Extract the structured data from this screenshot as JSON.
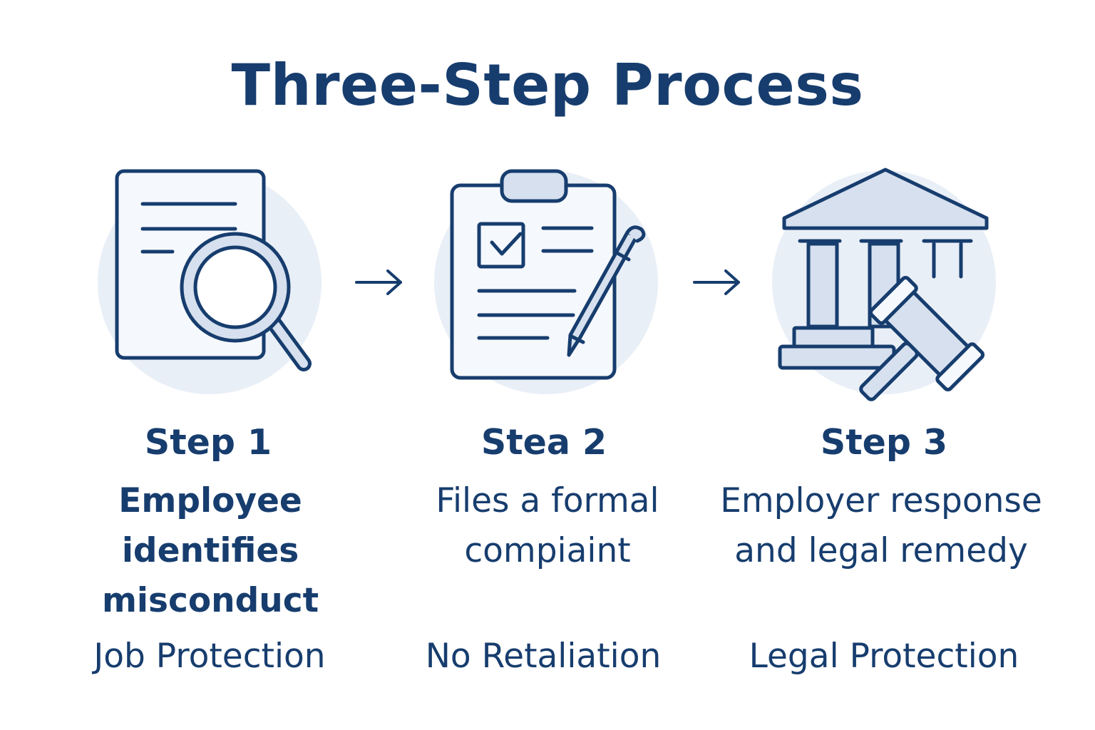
{
  "title": "Three-Step Process",
  "colors": {
    "primary": "#173d6e",
    "circle_bg": "#e9eff7",
    "icon_fill": "#f5f8fc",
    "icon_accent": "#d6e0ee"
  },
  "steps": [
    {
      "icon": "document-magnifier-icon",
      "label": "Step 1",
      "description": "Employee identifies misconduct",
      "benefit": "Job Protection"
    },
    {
      "icon": "clipboard-pen-icon",
      "label": "Stea 2",
      "description": "Files a formal compiaint",
      "benefit": "No Retaliation"
    },
    {
      "icon": "courthouse-gavel-icon",
      "label": "Step 3",
      "description": "Employer response and legal remedy",
      "benefit": "Legal Protection"
    }
  ]
}
